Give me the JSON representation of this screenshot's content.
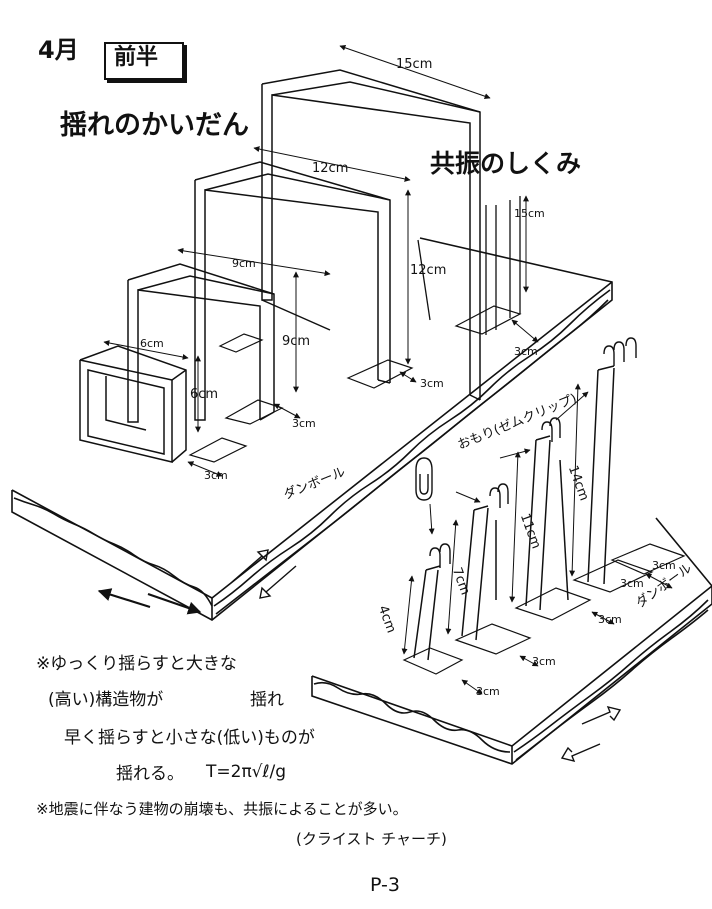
{
  "header": {
    "month": "4月",
    "term": "前半"
  },
  "titles": {
    "left": "揺れのかいだん",
    "right": "共振のしくみ"
  },
  "left_model": {
    "width_labels": [
      "15cm",
      "12cm",
      "9cm",
      "6cm"
    ],
    "height_labels": [
      "12cm",
      "9cm",
      "6cm"
    ],
    "depth_labels": [
      "3cm",
      "3cm",
      "3cm"
    ],
    "base_label": "ダンボール"
  },
  "right_model": {
    "weight_label": "おもり(ゼムクリップ)",
    "post_height_labels": [
      "15cm",
      "14cm",
      "11cm",
      "7cm",
      "4cm"
    ],
    "depth_labels": [
      "3cm",
      "3cm",
      "3cm",
      "3cm",
      "3cm",
      "3cm"
    ],
    "base_label": "ダンボール"
  },
  "notes": {
    "line1": "※ゆっくり揺らすと大きな",
    "line2a": "(高い)構造物が",
    "line2b": "揺れ",
    "line3": "早く揺らすと小さな(低い)ものが",
    "line4a": "揺れる。",
    "formula": "T=2π√ℓ/g",
    "line5": "※地震に伴なう建物の崩壊も、共振によることが多い。",
    "line6": "(クライスト チャーチ)"
  },
  "footer": {
    "page": "P-3"
  }
}
